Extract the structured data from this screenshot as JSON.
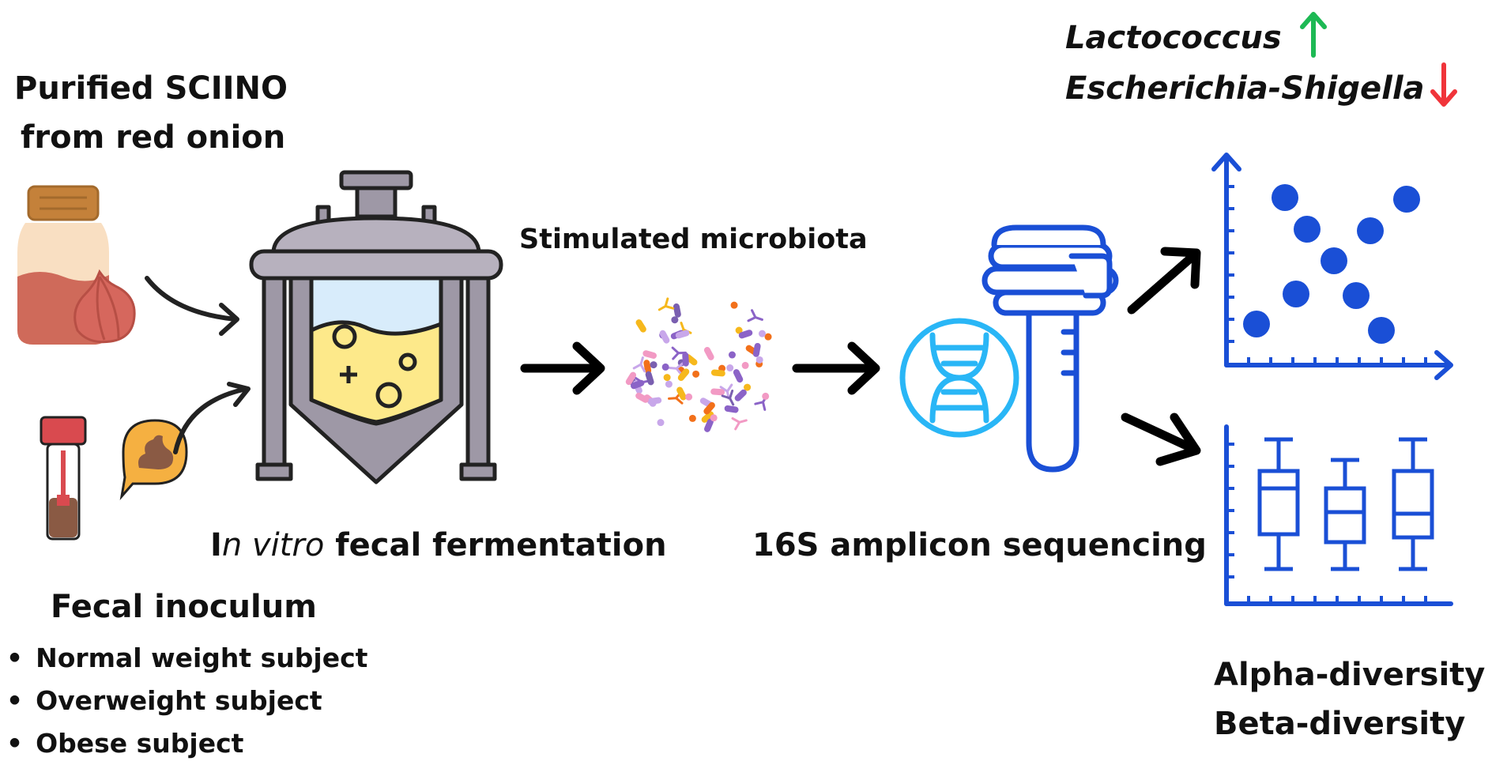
{
  "labels": {
    "sciino_line1": "Purified SCIINO",
    "sciino_line2": "from red onion",
    "fermentation_prefix": "I",
    "fermentation_italic": "n vitro",
    "fermentation_suffix": " fecal fermentation",
    "stimulated": "Stimulated microbiota",
    "sequencing": "16S amplicon sequencing",
    "inoculum_title": "Fecal inoculum",
    "alpha": "Alpha-diversity",
    "beta": "Beta-diversity"
  },
  "inoculum_subjects": [
    "Normal weight subject",
    "Overweight subject",
    "Obese subject"
  ],
  "taxa": [
    {
      "name": "Lactococcus",
      "trend": "up",
      "color": "#1db954"
    },
    {
      "name": "Escherichia-Shigella",
      "trend": "down",
      "color": "#f0343a"
    }
  ],
  "colors": {
    "blue": "#1a4fd6",
    "dna_cyan": "#29b6f6",
    "vessel_gray": "#9e98a6",
    "liquid_yellow": "#fde98a",
    "jar_orange": "#c4813a",
    "onion_red": "#d8695e",
    "arrow": "#000000"
  }
}
